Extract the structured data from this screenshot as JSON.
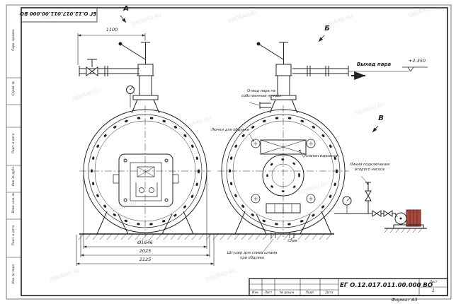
{
  "sheet": {
    "format_label": "Формат А3",
    "watermark": "SIBGRAD.RU"
  },
  "stamp_top": "ЕГ О.12.017.011.00.000 ВО",
  "margin_labels": [
    "Перв. примен.",
    "Справ. №",
    "Подп. и дата",
    "Инв. № дубл.",
    "Взам. инв. №",
    "Подп. и дата",
    "Инв. № подл."
  ],
  "title_block": {
    "doc_number": "ЕГ О.12.017.011.00.000  ВО",
    "col_izm": "Изм.",
    "col_list": "Лист",
    "col_doc": "№ докум.",
    "col_podp": "Подп.",
    "col_data": "Дата",
    "sheet_label": "Лист",
    "sheet_value": "1"
  },
  "views": {
    "a": "А",
    "b": "Б",
    "v": "В"
  },
  "dimensions": {
    "top_width": "1100",
    "diameter": "Ø1646",
    "width_inner": "2025",
    "width_outer": "2125"
  },
  "annotations": {
    "steam_outlet": "Выход пара",
    "elevation": "+2,350",
    "own_needs_1": "Отвод пара на",
    "own_needs_2": "собственные нужды",
    "hatches": "Лючки для обдувки",
    "explosion_valve": "Клапан взрывной",
    "pump_line_1": "Линия подключения",
    "pump_line_2": "второго насоса",
    "drain": "Слив",
    "sludge_1": "Штуцер для слива шлама",
    "sludge_2": "при обдувке"
  },
  "colors": {
    "pump_motor": "#a8493f"
  }
}
